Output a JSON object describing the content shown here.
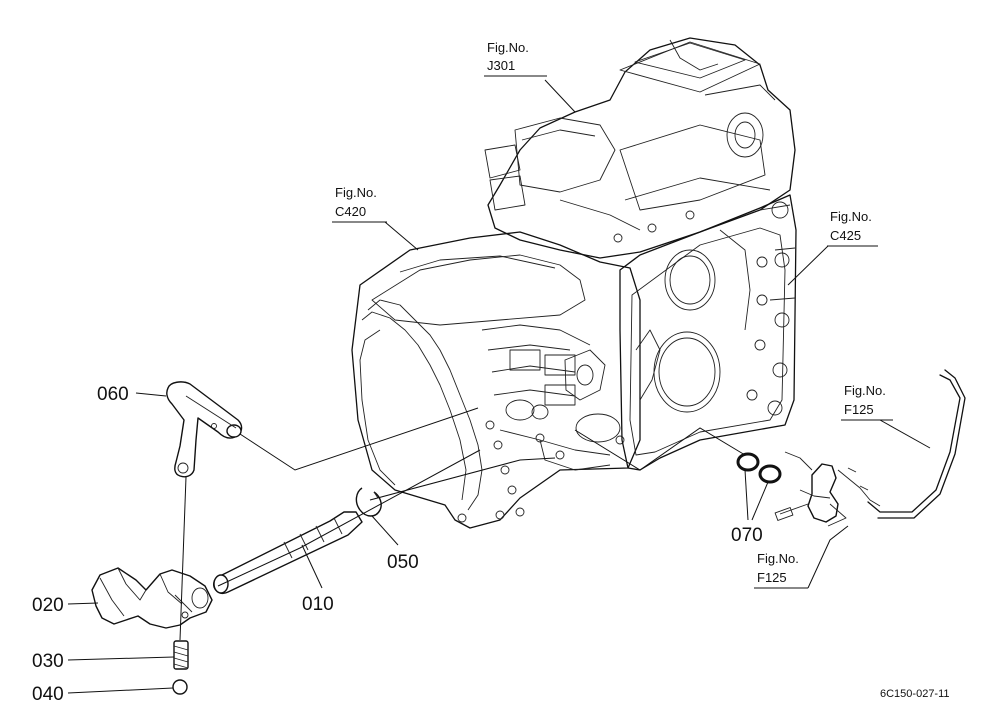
{
  "diagram": {
    "parts": [
      {
        "id": "p010",
        "number": "010"
      },
      {
        "id": "p020",
        "number": "020"
      },
      {
        "id": "p030",
        "number": "030"
      },
      {
        "id": "p040",
        "number": "040"
      },
      {
        "id": "p050",
        "number": "050"
      },
      {
        "id": "p060",
        "number": "060"
      },
      {
        "id": "p070",
        "number": "070"
      }
    ],
    "figure_refs": [
      {
        "id": "j301",
        "label": "Fig.No.",
        "code": "J301"
      },
      {
        "id": "c420",
        "label": "Fig.No.",
        "code": "C420"
      },
      {
        "id": "c425",
        "label": "Fig.No.",
        "code": "C425"
      },
      {
        "id": "f125a",
        "label": "Fig.No.",
        "code": "F125"
      },
      {
        "id": "f125b",
        "label": "Fig.No.",
        "code": "F125"
      }
    ],
    "drawing_code": "6C150-027-11"
  }
}
